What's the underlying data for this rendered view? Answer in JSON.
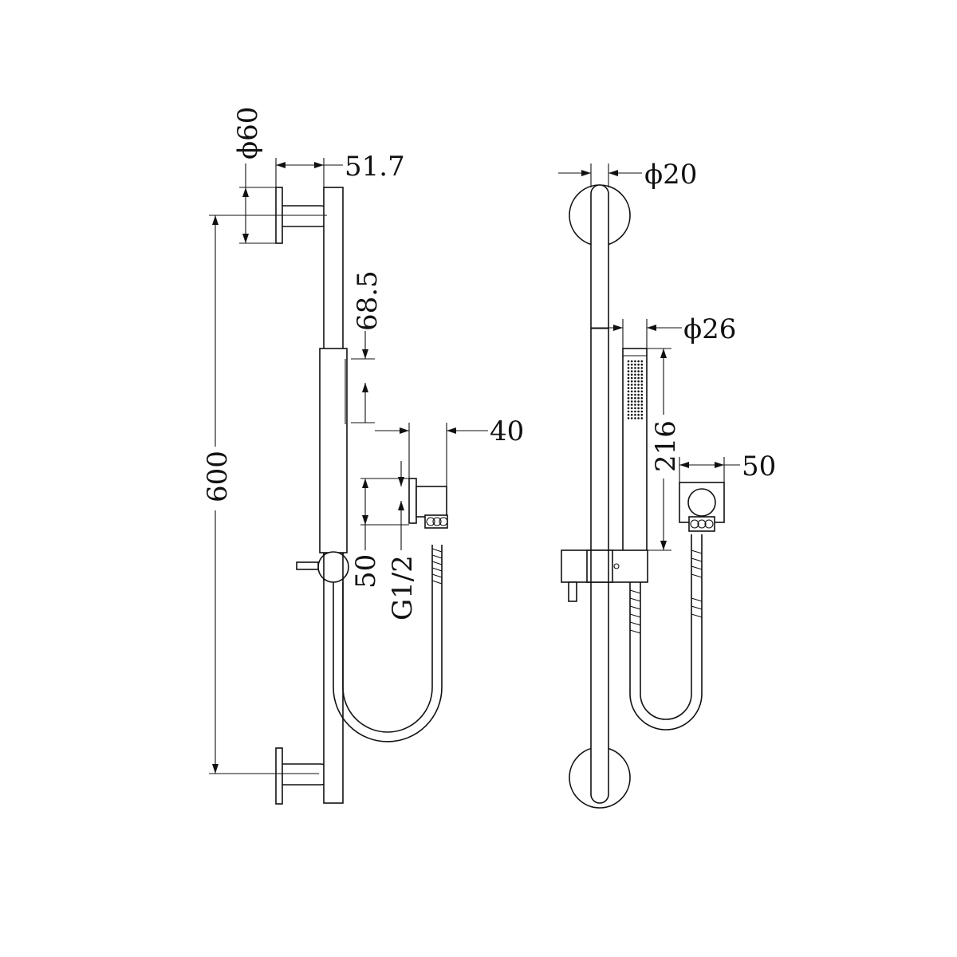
{
  "dimensions": {
    "side_view": {
      "flange_diameter": "ϕ60",
      "wall_offset": "51.7",
      "rail_length": "600",
      "head_offset": "68.5",
      "elbow_projection": "40",
      "elbow_flange": "50",
      "thread": "G1/2"
    },
    "front_view": {
      "rail_diameter": "ϕ20",
      "handpiece_diameter": "ϕ26",
      "handpiece_length": "216",
      "elbow_width": "50"
    }
  }
}
